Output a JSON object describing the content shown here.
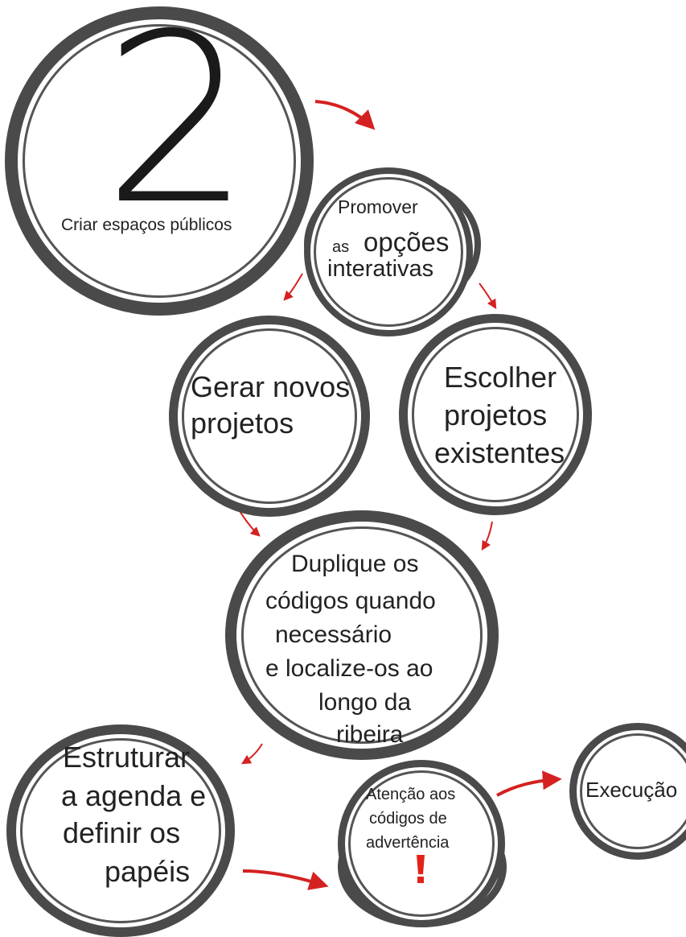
{
  "colors": {
    "ring": "#4a4a4a",
    "ring_inner": "#555555",
    "arrow": "#d42121",
    "warning": "#e2231a",
    "text": "#222222"
  },
  "nodes": {
    "step2": {
      "number": "2",
      "label": "Criar espaços públicos"
    },
    "promover": {
      "line1": "Promover",
      "line2_small": "as",
      "line2_big": "opções",
      "line3": "interativas"
    },
    "gerar": {
      "line1": "Gerar novos",
      "line2": "projetos"
    },
    "escolher": {
      "line1": "Escolher",
      "line2": "projetos",
      "line3": "existentes"
    },
    "duplique": {
      "line1": "Duplique os",
      "line2": "códigos quando",
      "line3": "necessário",
      "line4": "e localize-os ao",
      "line5": "longo da",
      "line6": "ribeira"
    },
    "estruturar": {
      "line1": "Estruturar",
      "line2": "a agenda e",
      "line3": "definir os",
      "line4": "papéis"
    },
    "atencao": {
      "line1": "Atenção aos",
      "line2": "códigos de",
      "line3": "advertência",
      "icon": "exclamation-icon"
    },
    "execucao": {
      "label": "Execução"
    }
  }
}
